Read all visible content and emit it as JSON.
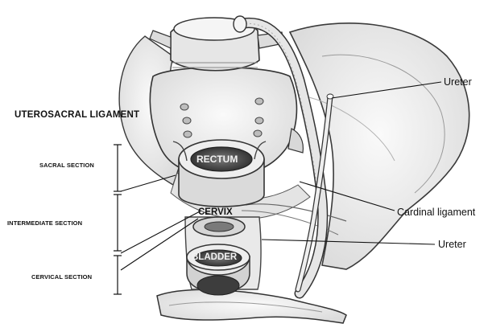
{
  "labels": {
    "uterosacral_ligament": "UTEROSACRAL LIGAMENT",
    "sacral_section": "SACRAL SECTION",
    "intermediate_section": "INTERMEDIATE SECTION",
    "cervical_section": "CERVICAL SECTION",
    "ureter_top": "Ureter",
    "cardinal_ligament": "Cardinal ligament",
    "ureter_bottom": "Ureter"
  },
  "organs": {
    "rectum": "RECTUM",
    "cervix": "CERVIX",
    "bladder": "BLADDER"
  },
  "colors": {
    "ink": "#2b2b2b",
    "bone_fill": "#f1f1f1",
    "shadow": "#cfcfcf",
    "dark": "#4a4a4a"
  }
}
